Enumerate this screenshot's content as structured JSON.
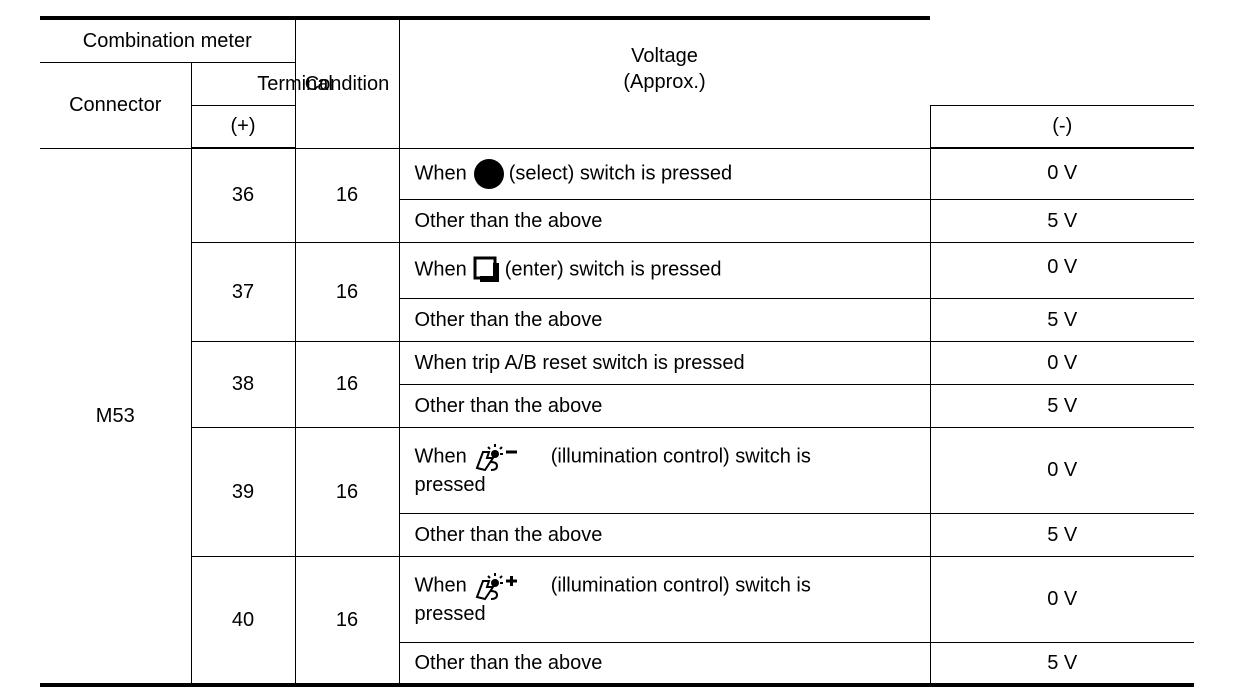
{
  "header": {
    "combination_meter": "Combination meter",
    "connector": "Connector",
    "terminal": "Terminal",
    "plus": "(+)",
    "minus": "(-)",
    "condition": "Condition",
    "voltage_line1": "Voltage",
    "voltage_line2": "(Approx.)"
  },
  "connector": "M53",
  "groups": [
    {
      "plus": "36",
      "minus": "16",
      "rows": [
        {
          "prefix": "When",
          "icon": "select-button-icon",
          "suffix": "(select) switch is pressed",
          "voltage": "0 V"
        },
        {
          "text": "Other than the above",
          "voltage": "5 V"
        }
      ]
    },
    {
      "plus": "37",
      "minus": "16",
      "rows": [
        {
          "prefix": "When",
          "icon": "enter-button-icon",
          "suffix": "(enter) switch is pressed",
          "voltage": "0 V"
        },
        {
          "text": "Other than the above",
          "voltage": "5 V"
        }
      ]
    },
    {
      "plus": "38",
      "minus": "16",
      "rows": [
        {
          "text": "When trip A/B reset switch is pressed",
          "voltage": "0 V"
        },
        {
          "text": "Other than the above",
          "voltage": "5 V"
        }
      ]
    },
    {
      "plus": "39",
      "minus": "16",
      "rows": [
        {
          "prefix": "When",
          "icon": "illumination-minus-icon",
          "suffix": "(illumination control) switch is",
          "line2": "pressed",
          "voltage": "0 V"
        },
        {
          "text": "Other than the above",
          "voltage": "5 V"
        }
      ]
    },
    {
      "plus": "40",
      "minus": "16",
      "rows": [
        {
          "prefix": "When",
          "icon": "illumination-plus-icon",
          "suffix": "(illumination control) switch is",
          "line2": "pressed",
          "voltage": "0 V"
        },
        {
          "text": "Other than the above",
          "voltage": "5 V"
        }
      ]
    }
  ]
}
